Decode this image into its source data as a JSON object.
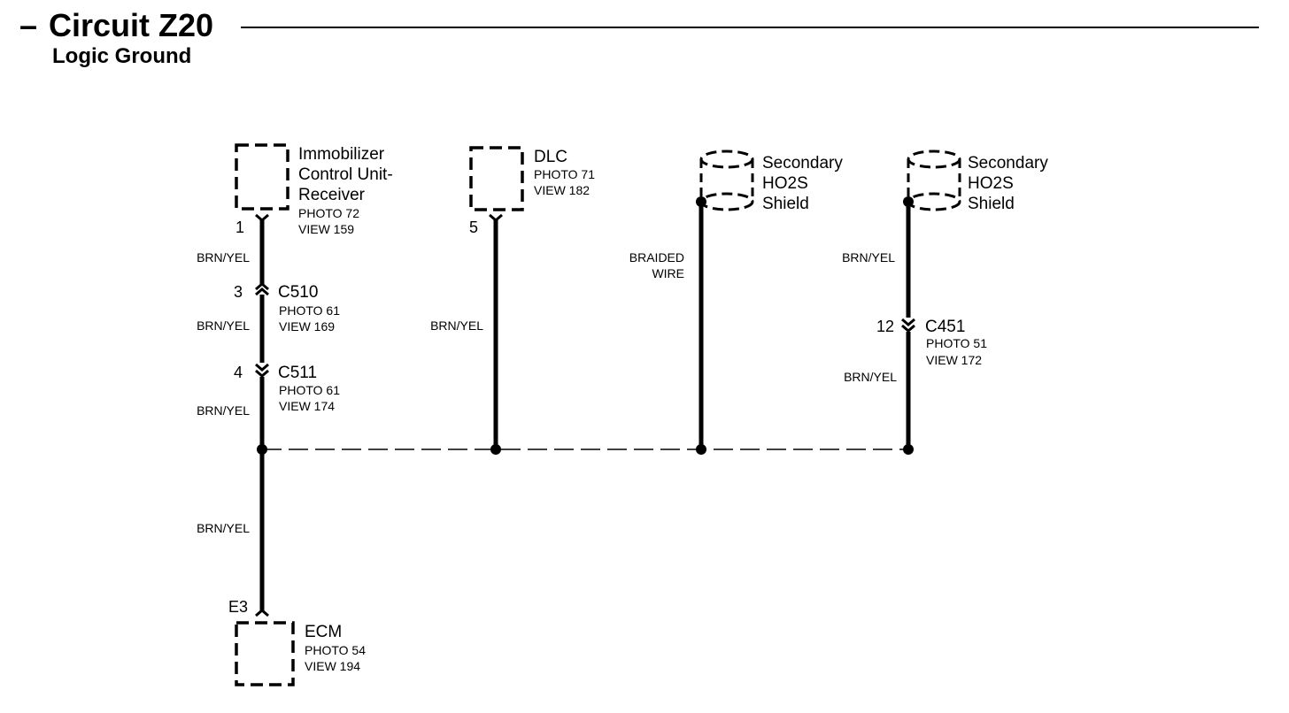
{
  "header": {
    "dash": "–",
    "title": "Circuit Z20",
    "subtitle": "Logic Ground"
  },
  "components": {
    "immobilizer": {
      "name_lines": [
        "Immobilizer",
        "Control Unit-",
        "Receiver"
      ],
      "photo": "PHOTO 72",
      "view": "VIEW 159",
      "pin": "1"
    },
    "dlc": {
      "name_lines": [
        "DLC"
      ],
      "photo": "PHOTO 71",
      "view": "VIEW 182",
      "pin": "5"
    },
    "shield_1": {
      "name_lines": [
        "Secondary",
        "HO2S",
        "Shield"
      ]
    },
    "shield_2": {
      "name_lines": [
        "Secondary",
        "HO2S",
        "Shield"
      ]
    },
    "ecm": {
      "name_lines": [
        "ECM"
      ],
      "photo": "PHOTO 54",
      "view": "VIEW 194",
      "pin": "E3"
    }
  },
  "connectors": {
    "c510": {
      "name": "C510",
      "photo": "PHOTO 61",
      "view": "VIEW 169",
      "pin": "3"
    },
    "c511": {
      "name": "C511",
      "photo": "PHOTO 61",
      "view": "VIEW 174",
      "pin": "4"
    },
    "c451": {
      "name": "C451",
      "photo": "PHOTO 51",
      "view": "VIEW 172",
      "pin": "12"
    }
  },
  "wire_labels": {
    "w1": "BRN/YEL",
    "w2": "BRN/YEL",
    "w3": "BRN/YEL",
    "w4": "BRN/YEL",
    "w5": "BRN/YEL",
    "braided_1": "BRAIDED",
    "braided_2": "WIRE",
    "w6": "BRN/YEL",
    "w7": "BRN/YEL"
  }
}
